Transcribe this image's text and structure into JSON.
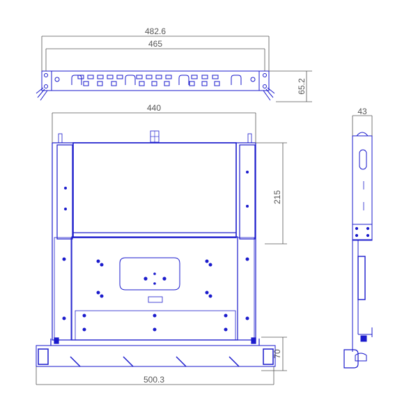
{
  "drawing": {
    "type": "technical drawing - rack mount fiber splice/patch drawer",
    "views": [
      "front",
      "top",
      "side"
    ],
    "line_color": "#1a1acc",
    "dim_color": "#555555"
  },
  "dimensions": {
    "overall_width": "482.6",
    "mount_hole_spacing": "465",
    "front_height": "65.2",
    "body_width": "440",
    "body_depth": "215",
    "total_width_extended": "500.3",
    "tray_depth": "70",
    "side_width": "43"
  }
}
